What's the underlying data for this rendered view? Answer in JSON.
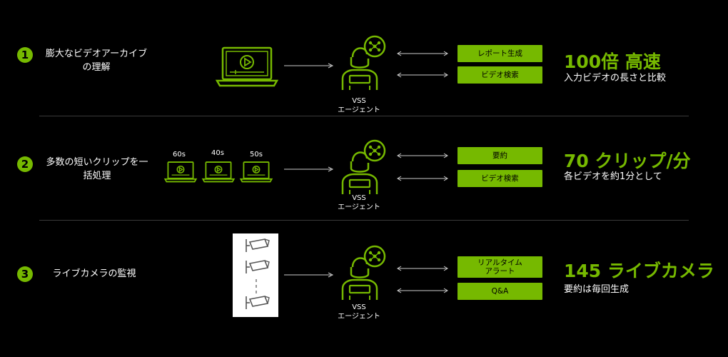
{
  "rows": [
    {
      "number": "1",
      "label_line1": "膨大なビデオアーカイブ",
      "label_line2": "の理解",
      "agent_line1": "VSS",
      "agent_line2": "エージェント",
      "tags": [
        "レポート生成",
        "ビデオ検索"
      ],
      "headline": "100倍 高速",
      "subline": "入力ビデオの長さと比較"
    },
    {
      "number": "2",
      "label_line1": "多数の短いクリップを一",
      "label_line2": "括処理",
      "clip_durations": [
        "60s",
        "40s",
        "50s"
      ],
      "agent_line1": "VSS",
      "agent_line2": "エージェント",
      "tags": [
        "要約",
        "ビデオ検索"
      ],
      "headline": "70 クリップ/分",
      "subline": "各ビデオを約1分として"
    },
    {
      "number": "3",
      "label_line1": "ライブカメラの監視",
      "agent_line1": "VSS",
      "agent_line2": "エージェント",
      "tags_line": [
        "リアルタイム",
        "アラート"
      ],
      "tags": [
        "Q&A"
      ],
      "headline": "145 ライブカメラ",
      "subline": "要約は毎回生成"
    }
  ],
  "colors": {
    "accent": "#76b900",
    "background": "#000000",
    "text": "#ffffff"
  },
  "icons": {
    "laptop": "laptop-play-icon",
    "agent": "vss-agent-robot-icon",
    "camera": "security-camera-icon"
  }
}
